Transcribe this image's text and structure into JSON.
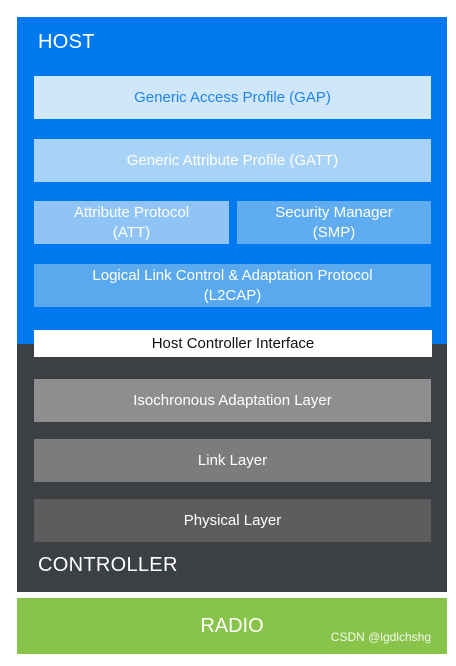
{
  "host": {
    "title": "HOST",
    "color": "#0079f0",
    "layers": {
      "gap": "Generic Access Profile (GAP)",
      "gatt": "Generic Attribute Profile (GATT)",
      "att_line1": "Attribute Protocol",
      "att_line2": "(ATT)",
      "smp_line1": "Security Manager",
      "smp_line2": "(SMP)",
      "l2cap_line1": "Logical Link Control & Adaptation Protocol",
      "l2cap_line2": "(L2CAP)"
    }
  },
  "hci": {
    "label": "Host Controller Interface"
  },
  "controller": {
    "title": "CONTROLLER",
    "color": "#3c3f43",
    "layers": {
      "iso": "Isochronous Adaptation Layer",
      "link": "Link Layer",
      "phy": "Physical Layer"
    }
  },
  "radio": {
    "label": "RADIO",
    "color": "#88c34a"
  },
  "watermark": "CSDN @lgdlchshg"
}
